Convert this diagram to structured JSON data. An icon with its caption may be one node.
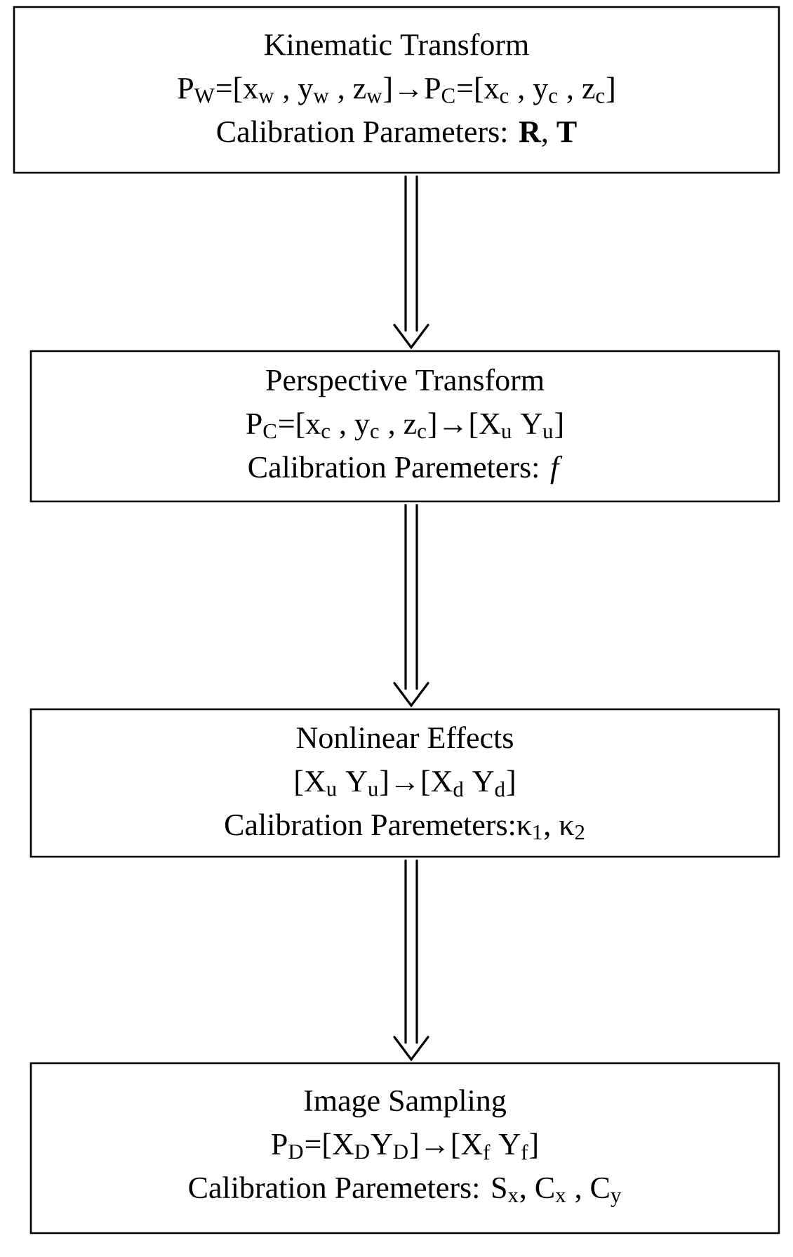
{
  "diagram": {
    "nodes": [
      {
        "text": [
          "Kinematic Transform",
          "P$_{W}$=[x$_{w}$ , y$_{w}$ , z$_{w}$]→P$_{C}$=[x$_{c}$ , y$_{c}$ , z$_{c}$]",
          "Calibration Parameters: **R**, **T**"
        ]
      },
      {
        "text": [
          "Perspective Transform",
          "P$_{C}$=[x$_{c}$ , y$_{c}$ , z$_{c}$]→[X$_{u}$ Y$_{u}$]",
          "Calibration Paremeters: *f*"
        ]
      },
      {
        "text": [
          "Nonlinear Effects",
          "[X$_{u}$ Y$_{u}$]→[X$_{d}$ Y$_{d}$]",
          "Calibration Paremeters:κ$_{1}$, κ$_{2}$"
        ]
      },
      {
        "text": [
          "Image Sampling",
          "P$_{D}$=[X$_{D}$Y$_{D}$]→[X$_{f}$ Y$_{f}$]",
          "Calibration Paremeters: S$_{x}$, C$_{x}$ , C$_{y}$"
        ]
      }
    ],
    "edges": [
      {
        "from": 0,
        "to": 1,
        "arrow": "to"
      },
      {
        "from": 1,
        "to": 2,
        "arrow": "to"
      },
      {
        "from": 2,
        "to": 3,
        "arrow": "to"
      }
    ]
  }
}
